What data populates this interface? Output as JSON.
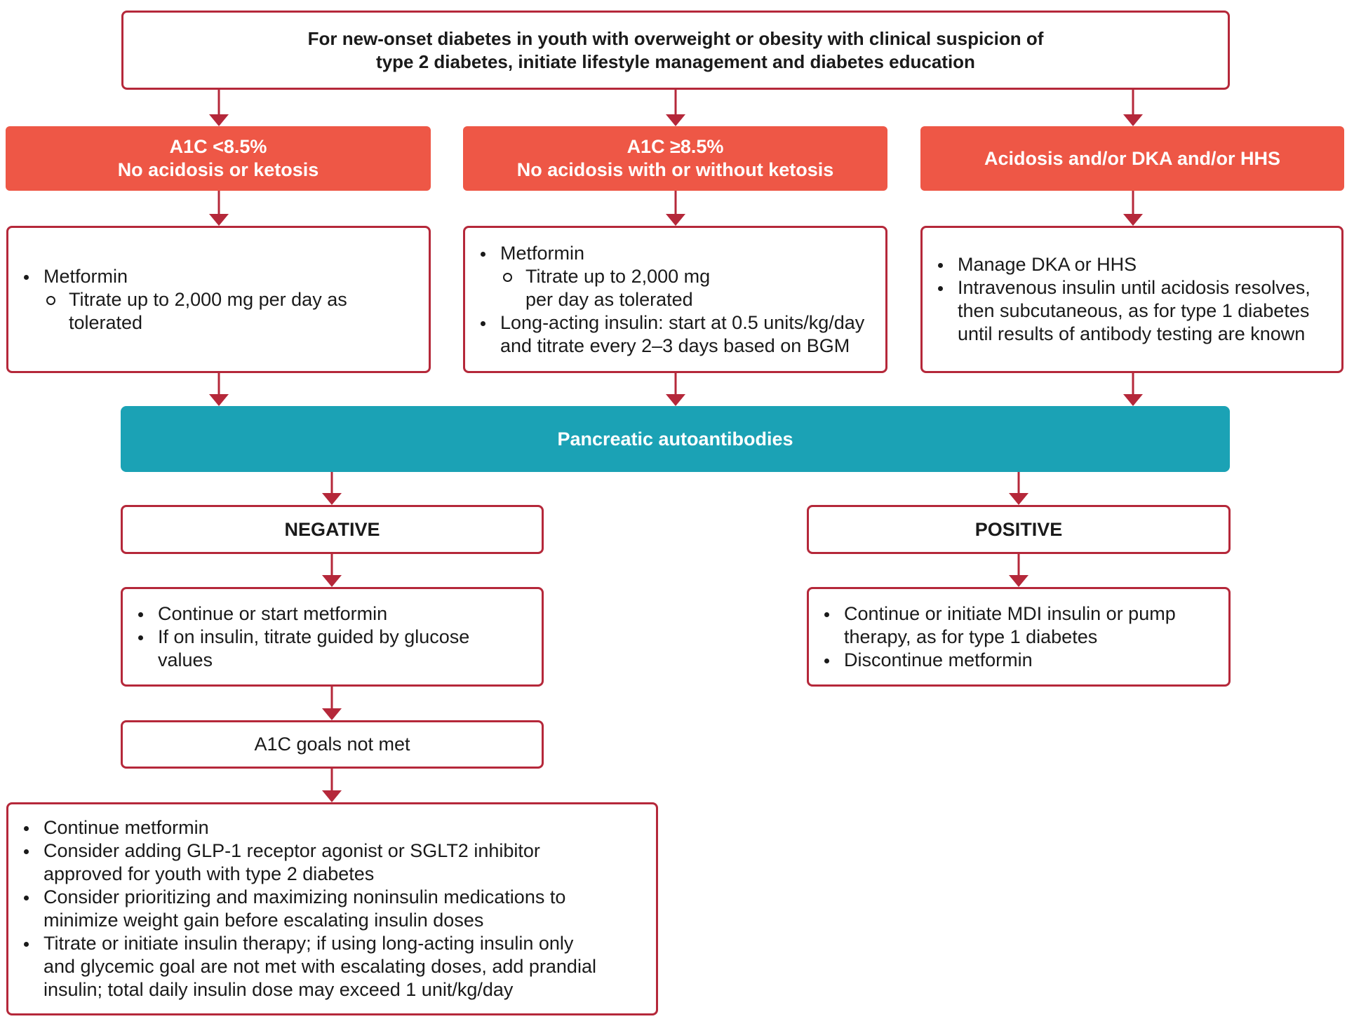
{
  "top": {
    "line1": "For new-onset diabetes in youth with overweight or obesity with clinical suspicion of",
    "line2": "type 2 diabetes, initiate lifestyle management and diabetes education"
  },
  "columns": [
    {
      "header_line1": "A1C <8.5%",
      "header_line2": "No acidosis or ketosis",
      "item1": "Metformin",
      "item1_sub_line1": "Titrate up to 2,000 mg per day as",
      "item1_sub_line2": "tolerated"
    },
    {
      "header_line1": "A1C ≥8.5%",
      "header_line2": "No acidosis with or without ketosis",
      "item1": "Metformin",
      "item1_sub_line1": "Titrate up to 2,000 mg",
      "item1_sub_line2": "per day as tolerated",
      "item2_line1": "Long-acting insulin: start at 0.5 units/kg/day",
      "item2_line2": "and titrate every 2–3 days based on BGM"
    },
    {
      "header_line1": "Acidosis and/or DKA and/or HHS",
      "item1": "Manage DKA or HHS",
      "item2_line1": "Intravenous insulin until acidosis resolves,",
      "item2_line2": "then subcutaneous, as for type 1 diabetes",
      "item2_line3": "until results of antibody testing are known"
    }
  ],
  "autoantibodies": "Pancreatic autoantibodies",
  "negative": {
    "label": "NEGATIVE",
    "item1": "Continue or start metformin",
    "item2_line1": "If on insulin, titrate guided by glucose",
    "item2_line2": "values",
    "goals_label": "A1C goals not met",
    "final": {
      "item1": "Continue metformin",
      "item2_line1": "Consider adding GLP-1 receptor agonist or SGLT2 inhibitor",
      "item2_line2": "approved for youth with type 2 diabetes",
      "item3_line1": "Consider prioritizing and maximizing noninsulin medications to",
      "item3_line2": "minimize weight gain before escalating insulin doses",
      "item4_line1": "Titrate or initiate insulin therapy; if using long-acting insulin only",
      "item4_line2": "and glycemic goal are not met with escalating doses, add prandial",
      "item4_line3": "insulin; total daily insulin dose may exceed 1 unit/kg/day"
    }
  },
  "positive": {
    "label": "POSITIVE",
    "item1_line1": "Continue or initiate MDI insulin or pump",
    "item1_line2": "therapy, as for type 1 diabetes",
    "item2": "Discontinue metformin"
  },
  "colors": {
    "border": "#b5283a",
    "header_fill": "#ee5746",
    "teal_fill": "#1ba2b5"
  }
}
